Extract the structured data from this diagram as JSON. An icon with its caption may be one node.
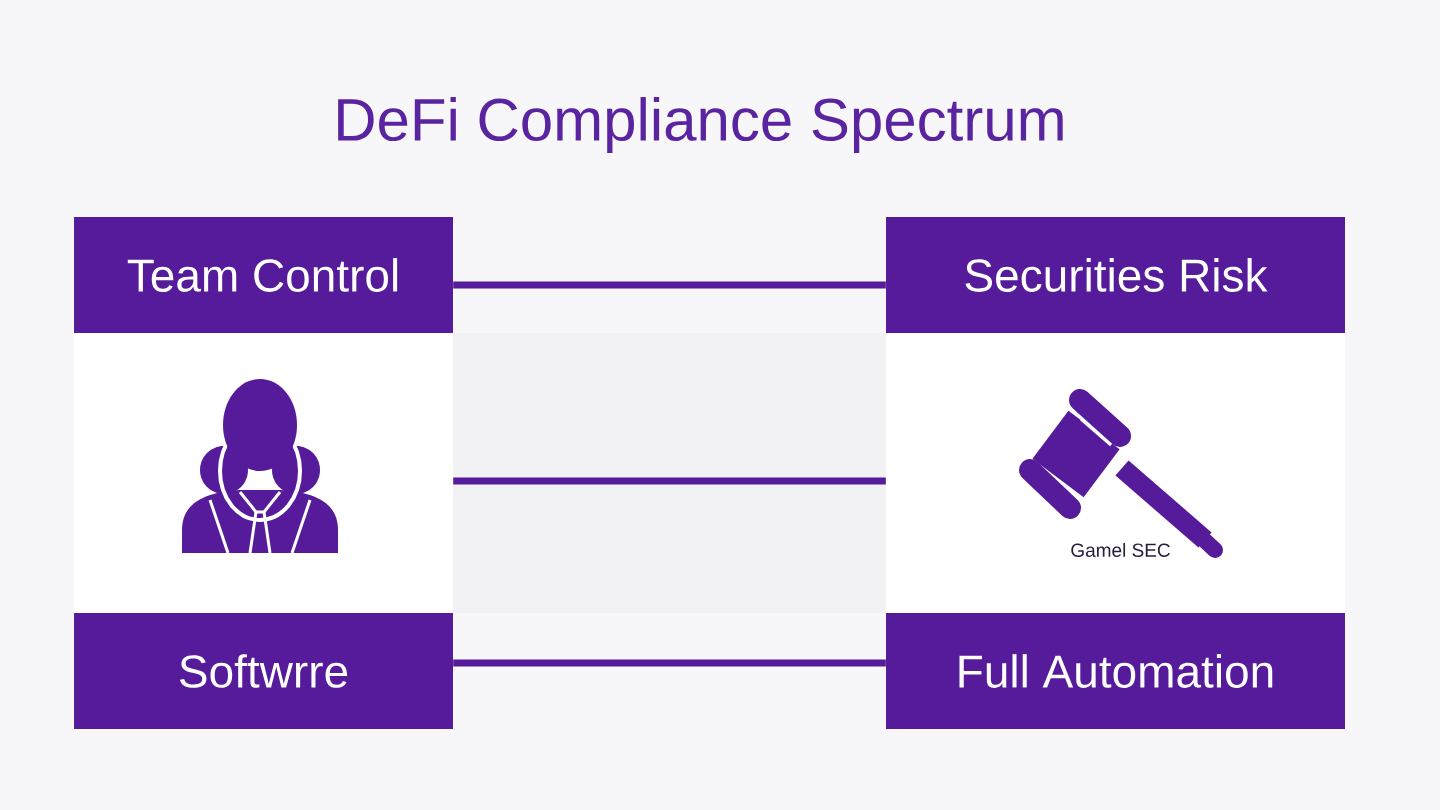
{
  "diagram": {
    "title": "DeFi Compliance Spectrum",
    "nodes": [
      {
        "text": [
          "Team Control"
        ]
      },
      {
        "text": [
          "Securities Risk"
        ]
      },
      {
        "text": [],
        "shape": "person"
      },
      {
        "text": [
          "Gamel SEC"
        ]
      },
      {
        "text": [
          "Softwrre"
        ]
      },
      {
        "text": [
          "Full Automation"
        ]
      }
    ],
    "edges": [
      {
        "from": 0,
        "to": 1,
        "arrow": "none"
      },
      {
        "from": 2,
        "to": 3,
        "arrow": "none"
      },
      {
        "from": 4,
        "to": 5,
        "arrow": "none"
      }
    ]
  }
}
